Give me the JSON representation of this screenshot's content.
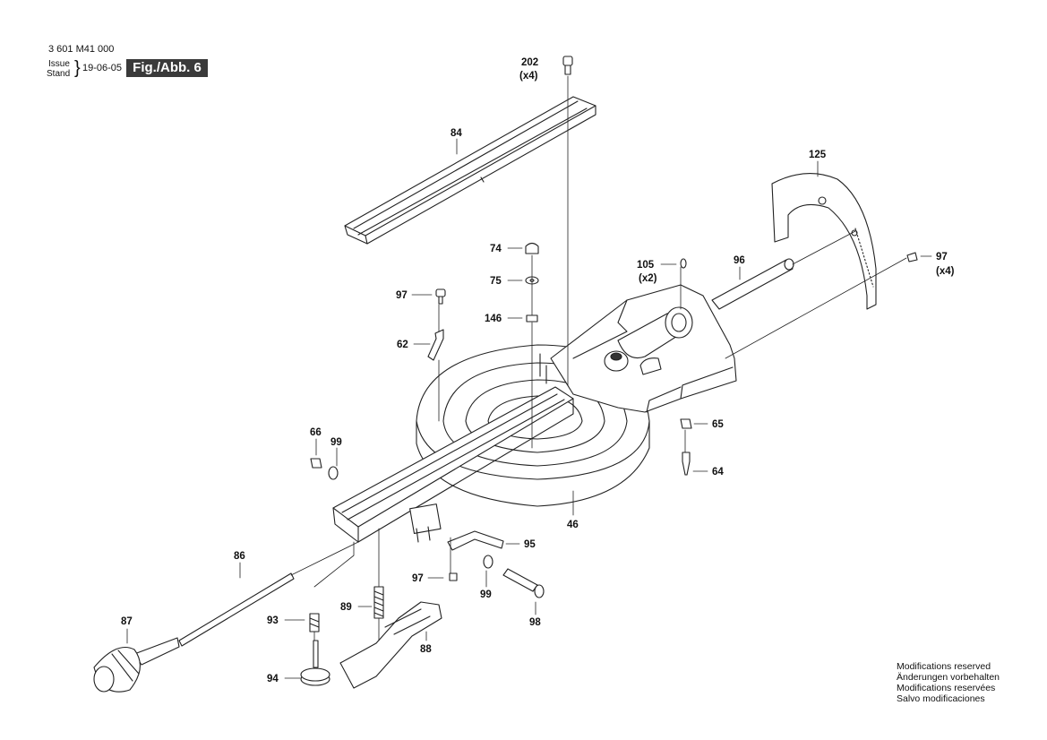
{
  "header": {
    "part_number": "3 601 M41 000",
    "issue_label": "Issue",
    "stand_label": "Stand",
    "date": "19-06-05",
    "figure": "Fig./Abb. 6"
  },
  "callouts": {
    "p202": "202",
    "p202_qty": "(x4)",
    "p84": "84",
    "p125": "125",
    "p74": "74",
    "p75": "75",
    "p146": "146",
    "p105": "105",
    "p105_qty": "(x2)",
    "p96": "96",
    "p97a": "97",
    "p97a_qty": "(x4)",
    "p97b": "97",
    "p62": "62",
    "p66": "66",
    "p99a": "99",
    "p65": "65",
    "p64": "64",
    "p46": "46",
    "p86": "86",
    "p95": "95",
    "p97c": "97",
    "p99b": "99",
    "p98": "98",
    "p87": "87",
    "p93": "93",
    "p89": "89",
    "p88": "88",
    "p94": "94"
  },
  "notes": [
    "Modifications reserved",
    "Änderungen vorbehalten",
    "Modifications reservées",
    "Salvo modificaciones"
  ]
}
